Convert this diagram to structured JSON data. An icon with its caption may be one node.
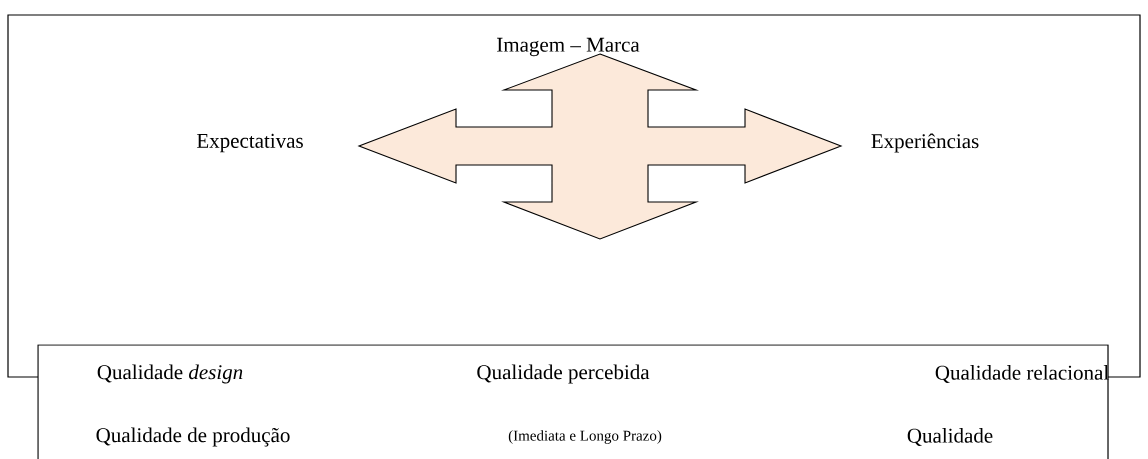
{
  "diagram": {
    "nodes": [
      {
        "text": [
          "Imagem – Marca",
          "Expectativas",
          "Experiências"
        ]
      },
      {
        "text": [],
        "shape": "cross-arrow",
        "in": 0
      },
      {
        "text": [
          "Qualidade *design*",
          "Qualidade percebida",
          "Qualidade relacional",
          "Qualidade de produção",
          "(Imediata e Longo Prazo)",
          "Qualidade"
        ]
      }
    ]
  }
}
